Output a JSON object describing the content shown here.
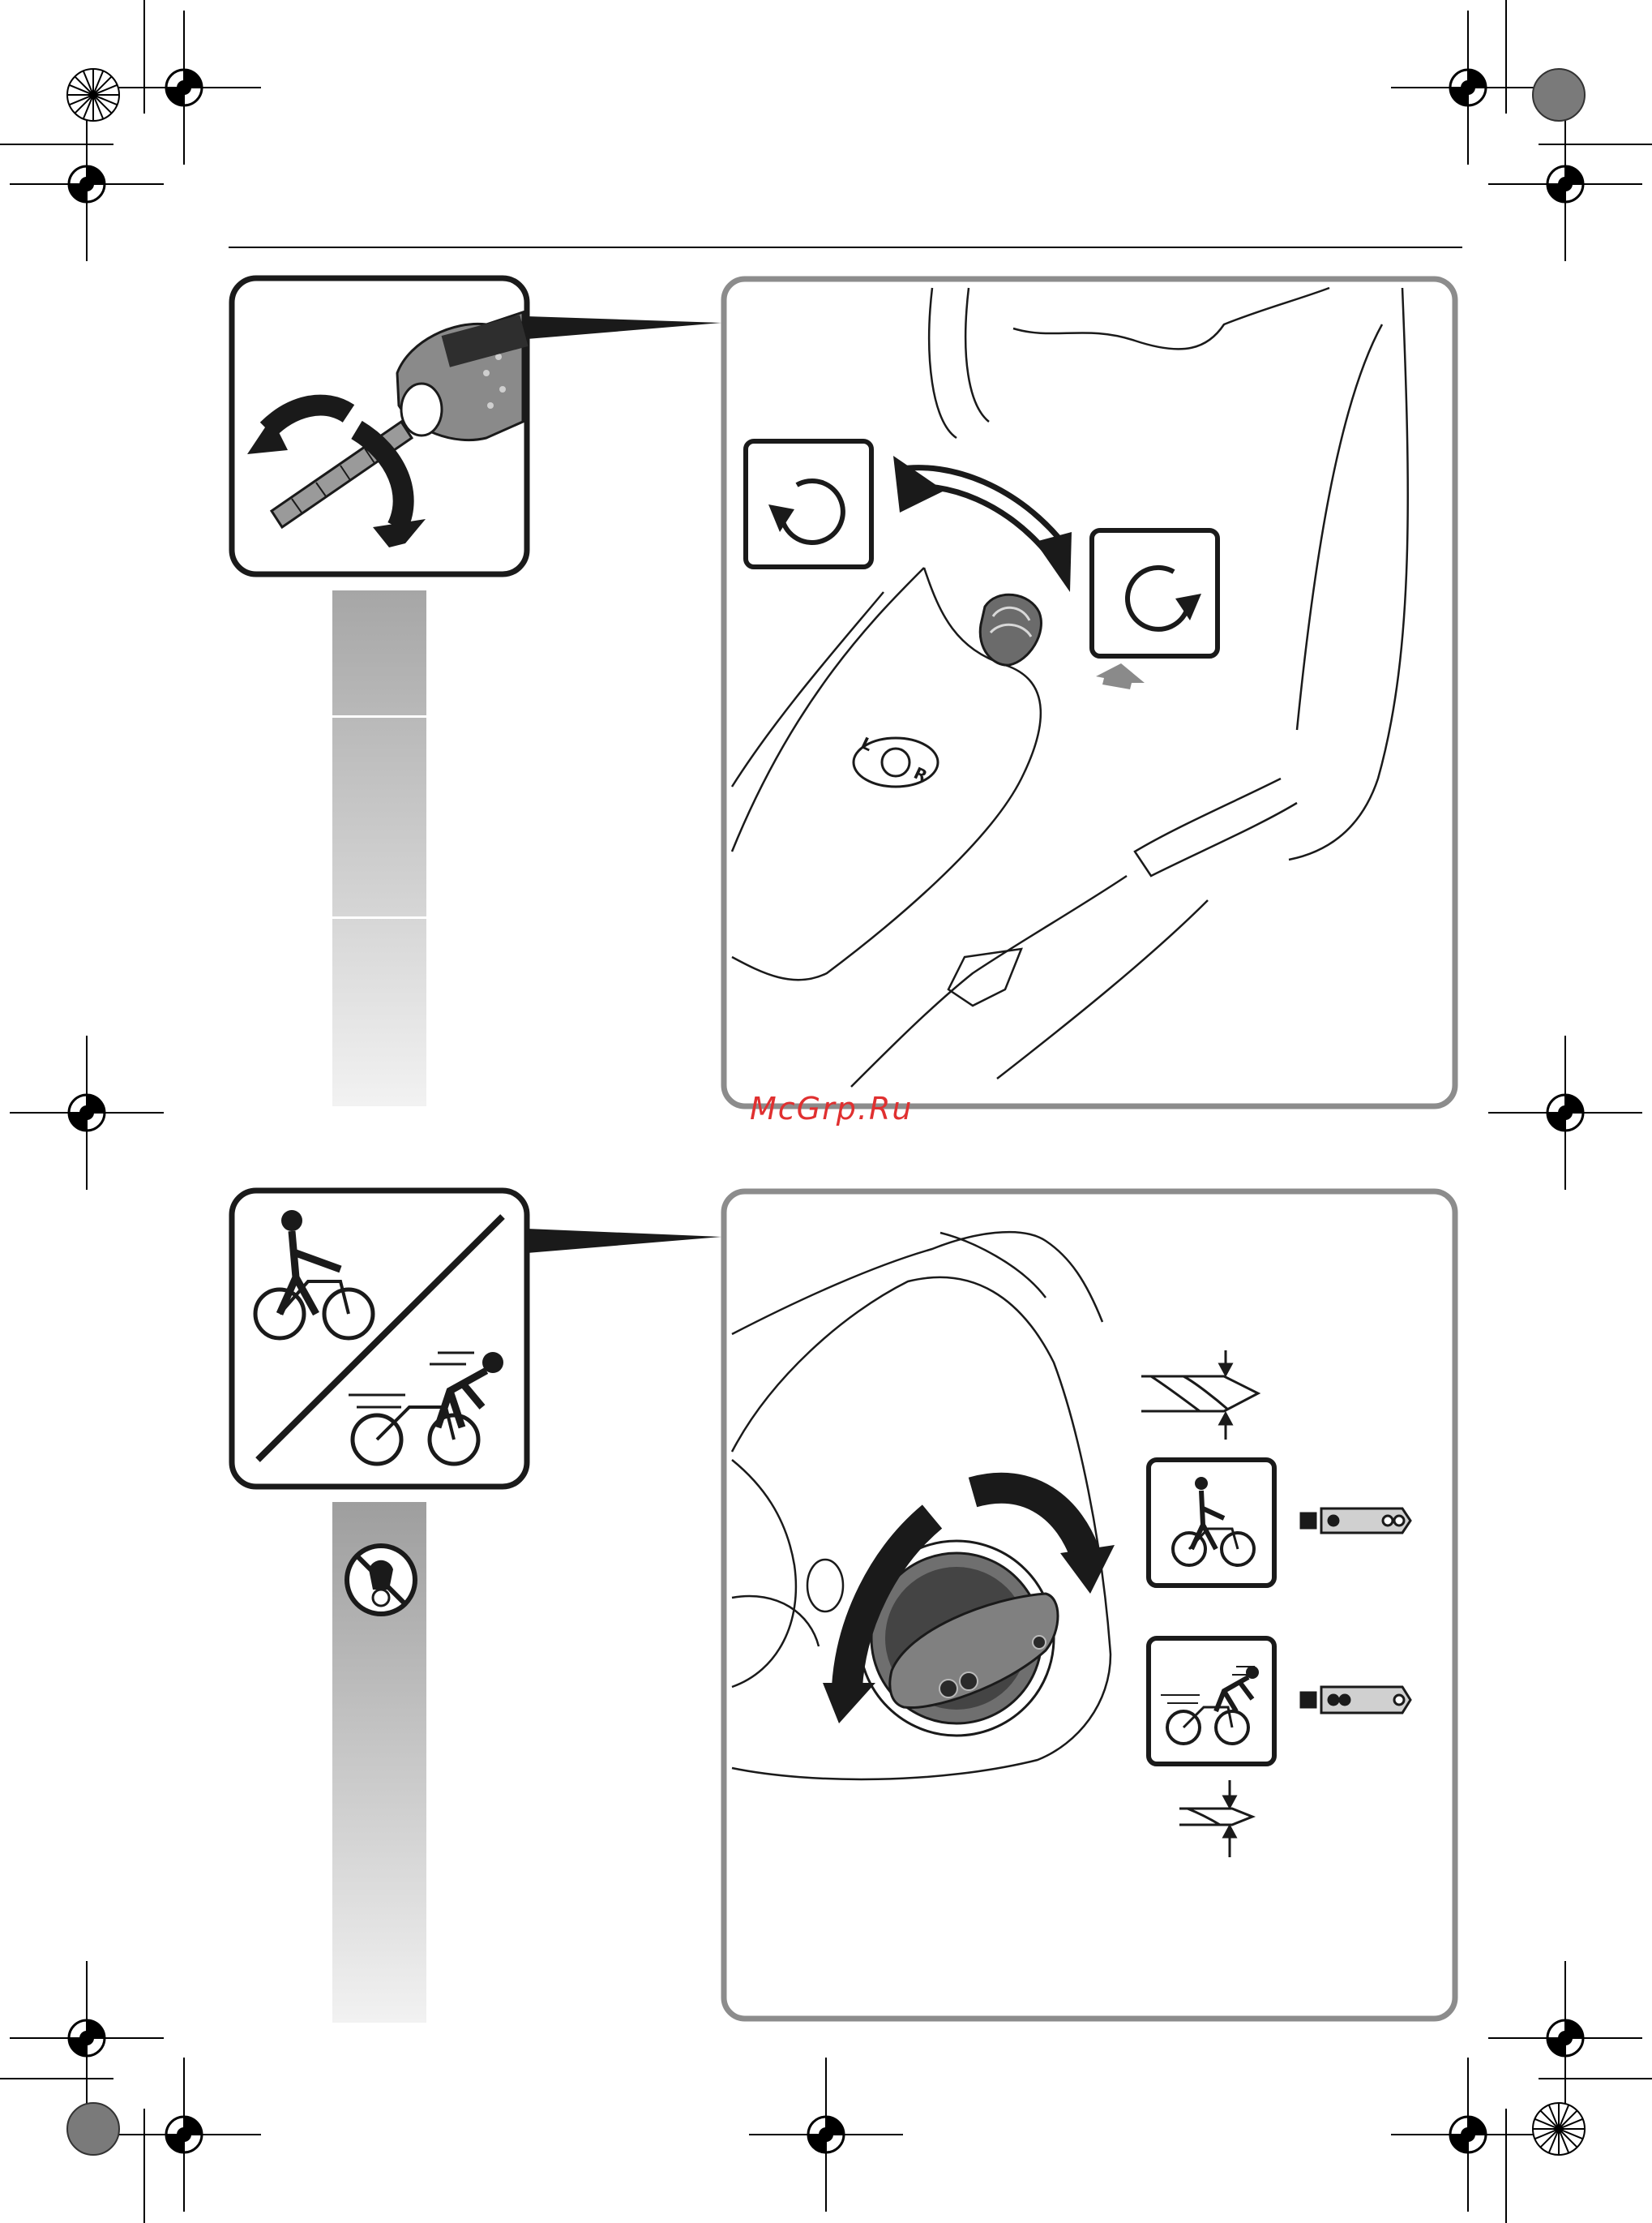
{
  "page": {
    "watermark": "McGrp.Ru"
  },
  "rotation_panel": {
    "switch_labels": [
      "L",
      "R"
    ]
  },
  "colors": {
    "ink": "#1a1a1a",
    "frame_gray": "#8c8c8c",
    "watermark_red": "#e03030"
  },
  "icons": [
    "drill-chuck-icon",
    "rotate-left-icon",
    "rotate-right-icon",
    "direction-switch-icon",
    "slow-cyclist-icon",
    "fast-cyclist-icon",
    "no-impact-icon",
    "drill-bit-large-icon",
    "drill-bit-small-icon",
    "speed-selector-knob-icon"
  ]
}
